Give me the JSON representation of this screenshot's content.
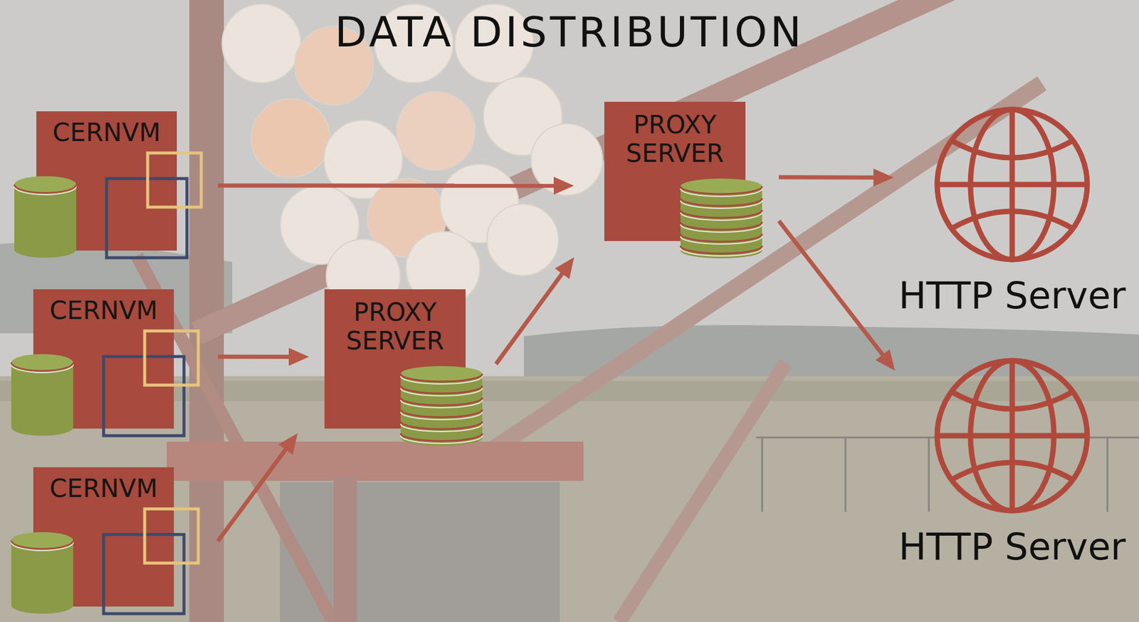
{
  "diagram": {
    "title": "DATA DISTRIBUTION",
    "nodes": [
      {
        "text": [
          "CERNVM"
        ]
      },
      {
        "text": [
          "PROXY SERVER"
        ]
      },
      {
        "text": [
          "HTTP Server"
        ]
      },
      {
        "text": [
          "CERNVM"
        ]
      },
      {
        "text": [
          "PROXY SERVER"
        ]
      },
      {
        "text": [
          "HTTP Server"
        ]
      },
      {
        "text": [
          "CERNVM"
        ]
      }
    ],
    "edges": [
      {
        "from": 0,
        "to": 1,
        "arrow": "to"
      },
      {
        "from": 3,
        "to": 4,
        "arrow": "to"
      },
      {
        "from": 6,
        "to": 4,
        "arrow": "to"
      },
      {
        "from": 4,
        "to": 1,
        "arrow": "to"
      },
      {
        "from": 1,
        "to": 2,
        "arrow": "to"
      },
      {
        "from": 1,
        "to": 5,
        "arrow": "to"
      }
    ]
  }
}
